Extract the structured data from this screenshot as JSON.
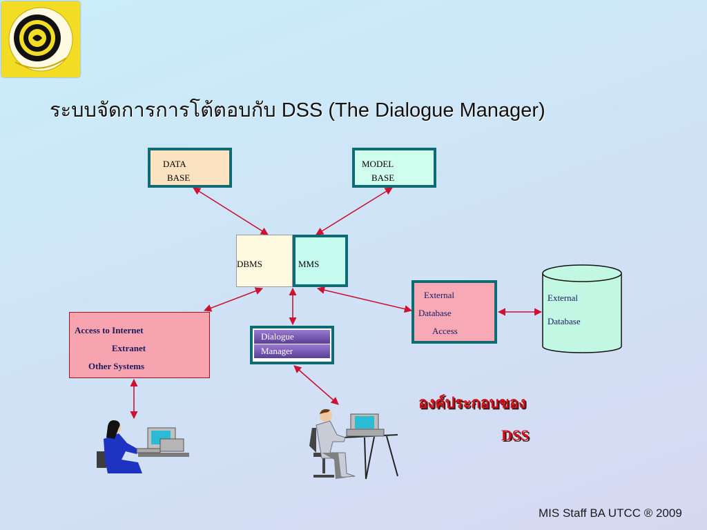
{
  "title": "ระบบจัดการการโต้ตอบกับ DSS   (The Dialogue Manager)",
  "boxes": {
    "database": {
      "line1": "DATA",
      "line2": "BASE"
    },
    "modelbase": {
      "line1": "MODEL",
      "line2": "BASE"
    },
    "dbms": "DBMS",
    "mms": "MMS",
    "external_access": {
      "line1": "External",
      "line2": "Database",
      "line3": "Access"
    },
    "external_db": {
      "line1": "External",
      "line2": "Database"
    },
    "internet": {
      "line1": "Access to Internet",
      "line2": "Extranet",
      "line3": "Other Systems"
    },
    "dialogue": {
      "line1": "Dialogue",
      "line2": "Manager"
    }
  },
  "caption": {
    "line1": "องค์ประกอบของ",
    "line2": "DSS"
  },
  "footer": "MIS Staff BA UTCC ® 2009",
  "colors": {
    "teal_border": "#0e6b72",
    "arrow": "#cc1133",
    "caption": "#d21015",
    "logo_bg": "#f3dc24"
  }
}
